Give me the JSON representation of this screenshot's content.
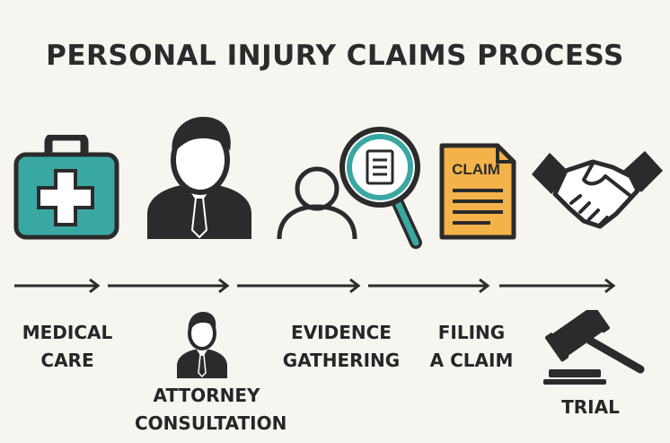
{
  "title": "PERSONAL INJURY CLAIMS PROCESS",
  "colors": {
    "background": "#f7f5f0",
    "ink": "#2b2b2b",
    "teal": "#3aa8a2",
    "orange": "#f4b24a"
  },
  "icons": [
    "medical-kit-icon",
    "attorney-icon",
    "evidence-magnifier-icon",
    "claim-document-icon",
    "handshake-icon",
    "gavel-icon"
  ],
  "claim_doc_text": "CLAIM",
  "steps": [
    {
      "line1": "MEDICAL",
      "line2": "CARE"
    },
    {
      "line1": "ATTORNEY",
      "line2": "CONSULTATION"
    },
    {
      "line1": "EVIDENCE",
      "line2": "GATHERING"
    },
    {
      "line1": "FILING",
      "line2": "A CLAIM"
    },
    {
      "line1": "TRIAL",
      "line2": ""
    }
  ]
}
